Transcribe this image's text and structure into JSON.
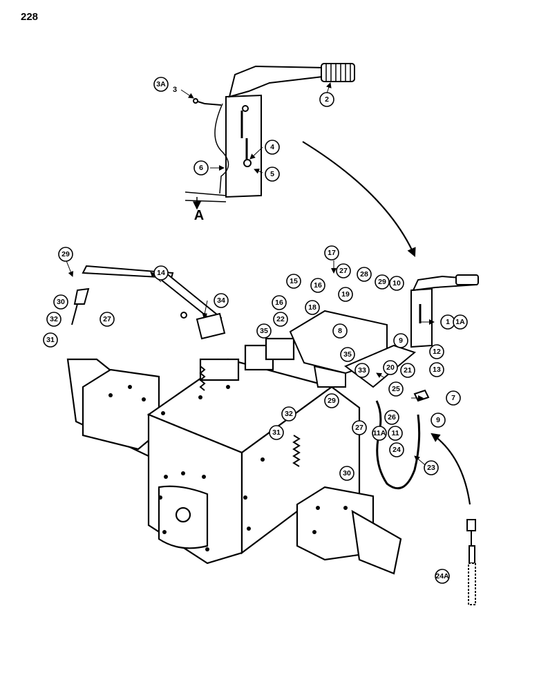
{
  "page": {
    "number": "228"
  },
  "inset": {
    "view_letter": "A"
  },
  "callouts": {
    "c3A": "3A",
    "c3": "3",
    "c2": "2",
    "c4": "4",
    "c5": "5",
    "c6": "6",
    "c29a": "29",
    "c14": "14",
    "c30a": "30",
    "c27a": "27",
    "c32a": "32",
    "c31a": "31",
    "c34": "34",
    "c17": "17",
    "c27b": "27",
    "c28": "28",
    "c29b": "29",
    "c10": "10",
    "c15": "15",
    "c16a": "16",
    "c19": "19",
    "c16b": "16",
    "c18": "18",
    "c22": "22",
    "c1": "1",
    "c1A": "1A",
    "c35a": "35",
    "c8": "8",
    "c9a": "9",
    "c12": "12",
    "c13": "13",
    "c21": "21",
    "c35b": "35",
    "c20": "20",
    "c33": "33",
    "c25": "25",
    "c7": "7",
    "c9b": "9",
    "c29c": "29",
    "c26": "26",
    "c32b": "32",
    "c27c": "27",
    "c31b": "31",
    "c11A": "11A",
    "c11": "11",
    "c24": "24",
    "c23": "23",
    "c30b": "30",
    "c24A": "24A"
  }
}
